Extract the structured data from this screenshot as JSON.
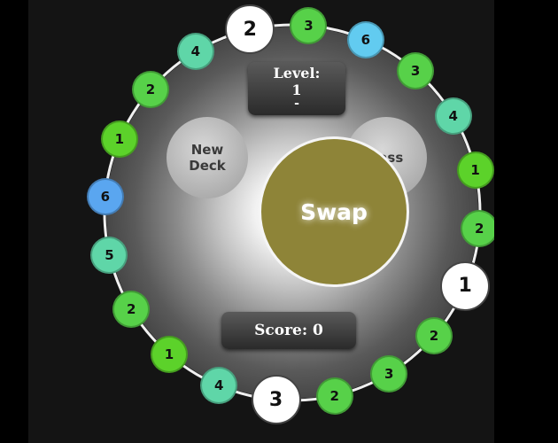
{
  "colors": {
    "green": "#57d149",
    "lime": "#5cd22a",
    "teal": "#5fd6a8",
    "cyan": "#62cbf0",
    "sky": "#5aa6f0",
    "white": "#ffffff",
    "swap": "#8e8438"
  },
  "level": {
    "label": "Level:",
    "value": "1",
    "extra": "-"
  },
  "score": {
    "label": "Score: 0"
  },
  "buttons": {
    "new_deck_line1": "New",
    "new_deck_line2": "Deck",
    "pass": "Pass",
    "swap": "Swap"
  },
  "cards": [
    {
      "value": "2",
      "color": "white"
    },
    {
      "value": "3",
      "color": "green"
    },
    {
      "value": "6",
      "color": "cyan"
    },
    {
      "value": "3",
      "color": "green"
    },
    {
      "value": "4",
      "color": "teal"
    },
    {
      "value": "1",
      "color": "lime"
    },
    {
      "value": "2",
      "color": "green"
    },
    {
      "value": "1",
      "color": "white"
    },
    {
      "value": "2",
      "color": "green"
    },
    {
      "value": "3",
      "color": "green"
    },
    {
      "value": "2",
      "color": "green"
    },
    {
      "value": "3",
      "color": "white"
    },
    {
      "value": "4",
      "color": "teal"
    },
    {
      "value": "1",
      "color": "lime"
    },
    {
      "value": "2",
      "color": "green"
    },
    {
      "value": "5",
      "color": "teal"
    },
    {
      "value": "6",
      "color": "sky"
    },
    {
      "value": "1",
      "color": "lime"
    },
    {
      "value": "2",
      "color": "green"
    },
    {
      "value": "4",
      "color": "teal"
    }
  ]
}
